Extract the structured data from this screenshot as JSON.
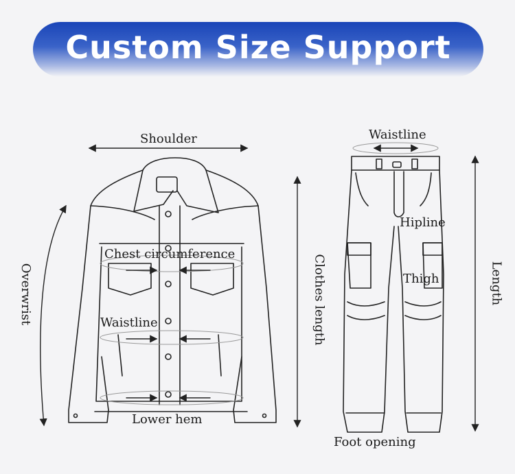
{
  "banner": {
    "title": "Custom Size Support",
    "color_top": "#1a45b8",
    "color_bottom": "#a9b9e3"
  },
  "jacket": {
    "shoulder": "Shoulder",
    "chest_circumference": "Chest circumference",
    "waistline": "Waistline",
    "lower_hem": "Lower hem",
    "overwrist": "Overwrist",
    "clothes_length": "Clothes length"
  },
  "pants": {
    "waistline": "Waistline",
    "hipline": "Hipline",
    "thigh": "Thigh",
    "length": "Length",
    "foot_opening": "Foot opening"
  }
}
